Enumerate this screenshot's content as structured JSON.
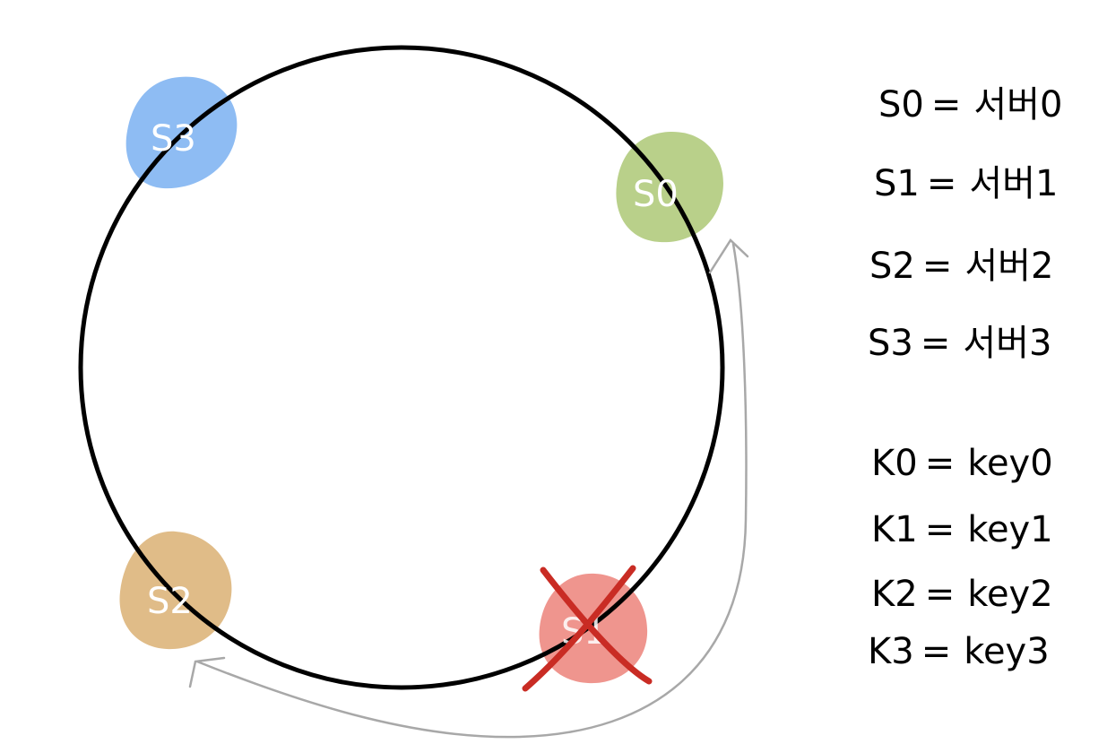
{
  "diagram": {
    "nodes": [
      {
        "id": "s0",
        "label": "S0",
        "color": "#b9d08a",
        "removed": false
      },
      {
        "id": "s1",
        "label": "S1",
        "color": "#ef958e",
        "removed": true
      },
      {
        "id": "s2",
        "label": "S2",
        "color": "#e0bc88",
        "removed": false
      },
      {
        "id": "s3",
        "label": "S3",
        "color": "#8ebcf3",
        "removed": false
      }
    ],
    "ring_color": "#000000",
    "arrow_color": "#a8a8a8",
    "cross_color": "#c92c24"
  },
  "legend": {
    "servers": [
      {
        "key": "S0",
        "eq": "=",
        "value": "서버0"
      },
      {
        "key": "S1",
        "eq": "=",
        "value": "서버1"
      },
      {
        "key": "S2",
        "eq": "=",
        "value": "서버2"
      },
      {
        "key": "S3",
        "eq": "=",
        "value": "서버3"
      }
    ],
    "keys": [
      {
        "key": "K0",
        "eq": "=",
        "value": "key0"
      },
      {
        "key": "K1",
        "eq": "=",
        "value": "key1"
      },
      {
        "key": "K2",
        "eq": "=",
        "value": "key2"
      },
      {
        "key": "K3",
        "eq": "=",
        "value": "key3"
      }
    ]
  }
}
